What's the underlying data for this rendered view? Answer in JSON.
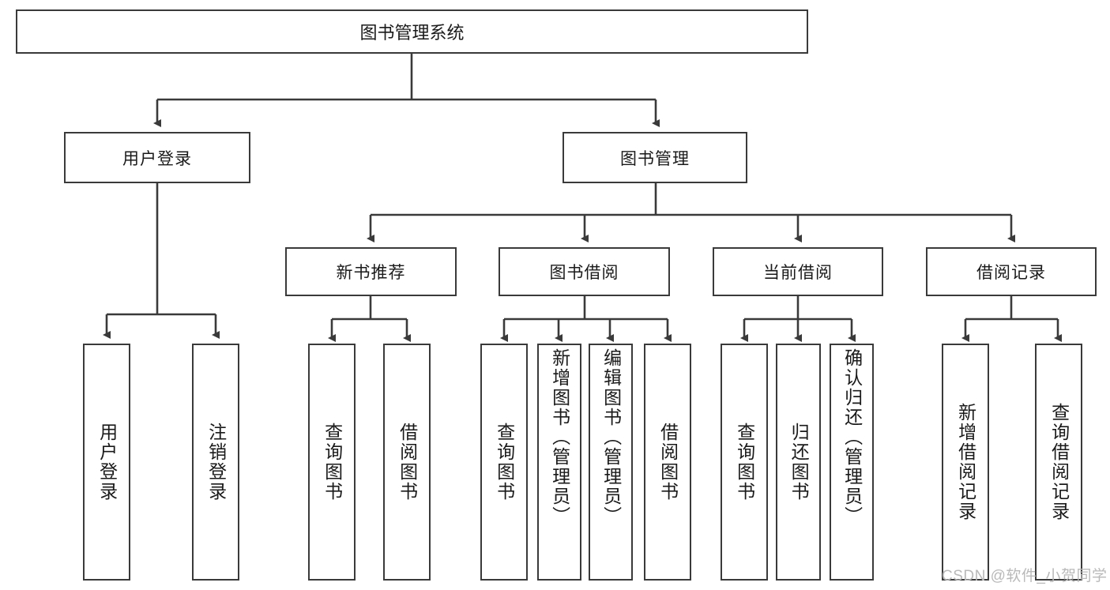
{
  "diagram": {
    "type": "tree-hierarchy-flowchart",
    "title": "图书管理系统",
    "theme": {
      "background": "#ffffff",
      "node_border": "#3a3a3a",
      "node_fill": "#ffffff",
      "edge_color": "#3a3a3a",
      "text_color": "#1a1a1a",
      "watermark_color": "#b9b9b9"
    },
    "levels": {
      "root": {
        "label": "图书管理系统"
      },
      "level1": [
        {
          "id": "user-login",
          "label": "用户登录"
        },
        {
          "id": "book-manage",
          "label": "图书管理"
        }
      ],
      "level2": [
        {
          "id": "new-book-recommend",
          "label": "新书推荐",
          "parent": "book-manage"
        },
        {
          "id": "book-borrow",
          "label": "图书借阅",
          "parent": "book-manage"
        },
        {
          "id": "current-borrow",
          "label": "当前借阅",
          "parent": "book-manage"
        },
        {
          "id": "borrow-record",
          "label": "借阅记录",
          "parent": "book-manage"
        }
      ],
      "leaves": [
        {
          "id": "leaf-user-login",
          "label": "用户登录",
          "parent": "user-login"
        },
        {
          "id": "leaf-logout-login",
          "label": "注销登录",
          "parent": "user-login"
        },
        {
          "id": "leaf-query-book-1",
          "label": "查询图书",
          "parent": "new-book-recommend"
        },
        {
          "id": "leaf-borrow-book-1",
          "label": "借阅图书",
          "parent": "new-book-recommend"
        },
        {
          "id": "leaf-query-book-2",
          "label": "查询图书",
          "parent": "book-borrow"
        },
        {
          "id": "leaf-add-book",
          "label": "新增图书（管理员）",
          "parent": "book-borrow"
        },
        {
          "id": "leaf-edit-book",
          "label": "编辑图书（管理员）",
          "parent": "book-borrow"
        },
        {
          "id": "leaf-borrow-book-2",
          "label": "借阅图书",
          "parent": "book-borrow"
        },
        {
          "id": "leaf-query-book-3",
          "label": "查询图书",
          "parent": "current-borrow"
        },
        {
          "id": "leaf-return-book",
          "label": "归还图书",
          "parent": "current-borrow"
        },
        {
          "id": "leaf-confirm-return",
          "label": "确认归还（管理员）",
          "parent": "current-borrow"
        },
        {
          "id": "leaf-add-record",
          "label": "新增借阅记录",
          "parent": "borrow-record"
        },
        {
          "id": "leaf-query-record",
          "label": "查询借阅记录",
          "parent": "borrow-record"
        }
      ]
    },
    "watermark": "CSDN @软件_小贺同学"
  }
}
